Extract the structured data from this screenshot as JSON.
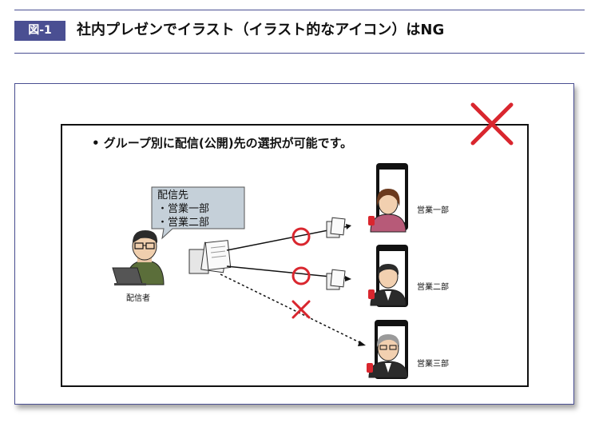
{
  "figure": {
    "label": "図-1",
    "title": "社内プレゼンでイラスト（イラスト的なアイコン）はNG"
  },
  "slide": {
    "headline": "• グループ別に配信(公開)先の選択が可能です。",
    "bubble": {
      "heading": "配信先",
      "items": [
        "・営業一部",
        "・営業二部"
      ]
    },
    "sender_label": "配信者",
    "recipients": [
      {
        "label": "営業一部",
        "status": "allowed"
      },
      {
        "label": "営業二部",
        "status": "allowed"
      },
      {
        "label": "営業三部",
        "status": "blocked"
      }
    ]
  },
  "colors": {
    "accent": "#4a4f92",
    "mark_red": "#d9262e",
    "bubble_fill": "#c5d0d9"
  },
  "icons": [
    "big-x-mark-icon",
    "person-laptop-icon",
    "document-stack-icon",
    "smartphone-icon",
    "circle-ok-icon",
    "cross-ng-icon"
  ]
}
